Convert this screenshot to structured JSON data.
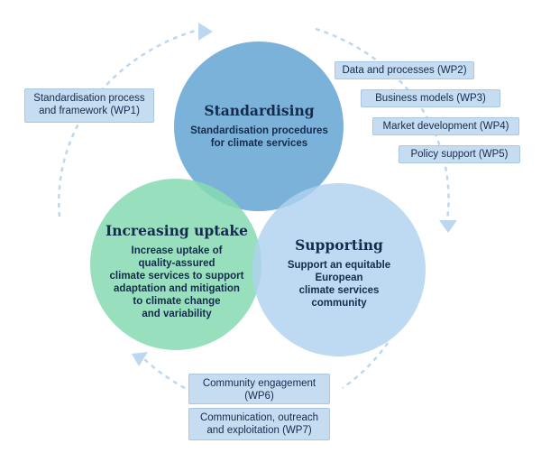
{
  "circles": {
    "standardising": {
      "title": "Standardising",
      "desc": [
        "Standardisation procedures",
        "for climate services"
      ]
    },
    "increasing": {
      "title": "Increasing uptake",
      "desc": [
        "Increase uptake of",
        "quality-assured",
        "climate services to support",
        "adaptation and mitigation",
        "to climate change",
        "and variability"
      ]
    },
    "supporting": {
      "title": "Supporting",
      "desc": [
        "Support an equitable",
        "European",
        "climate services",
        "community"
      ]
    }
  },
  "boxes": {
    "wp1": [
      "Standardisation process",
      "and framework (WP1)"
    ],
    "wp2": "Data and processes (WP2)",
    "wp3": "Business models (WP3)",
    "wp4": "Market development (WP4)",
    "wp5": "Policy support (WP5)",
    "wp6": [
      "Community engagement",
      "(WP6)"
    ],
    "wp7": [
      "Communication, outreach",
      "and exploitation (WP7)"
    ]
  },
  "colors": {
    "standardising": "#64a5d4",
    "increasing": "#86dab2",
    "supporting": "#b0d2ef",
    "box_fill": "#c6ddf1",
    "ring": "#bcd8f0",
    "text": "#142b4d"
  }
}
